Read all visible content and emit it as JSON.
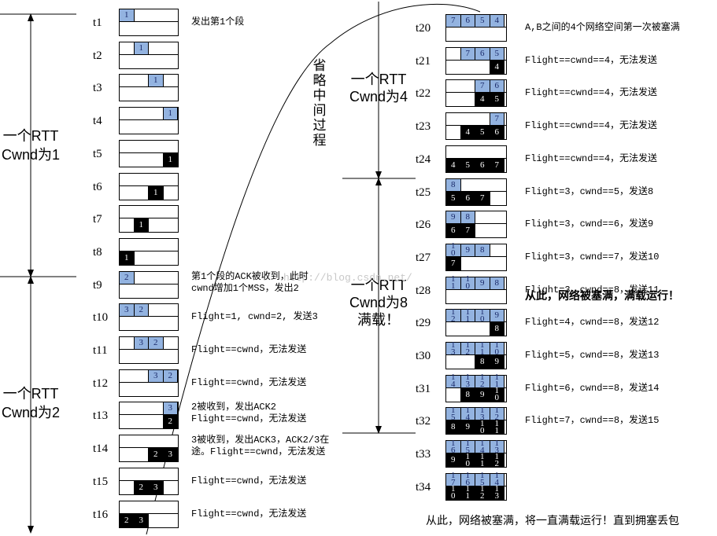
{
  "left_groups": [
    {
      "line1": "一个RTT",
      "line2": "Cwnd为1"
    },
    {
      "line1": "一个RTT",
      "line2": "Cwnd为2"
    }
  ],
  "mid_labels": {
    "omitted": "省\n略\n中\n间\n过\n程",
    "group1": "一个RTT\nCwnd为4",
    "group2": "一个RTT\nCwnd为8\n满载！",
    "watermark": "http://blog.csdn.net/"
  },
  "left_rows": [
    {
      "t": "t1",
      "data": [
        {
          "v": "1",
          "k": "d",
          "s": 0
        }
      ],
      "acks": [],
      "note": "发出第1个段"
    },
    {
      "t": "t2",
      "data": [
        {
          "v": "1",
          "k": "d",
          "s": 1
        }
      ],
      "acks": [],
      "note": ""
    },
    {
      "t": "t3",
      "data": [
        {
          "v": "1",
          "k": "d",
          "s": 2
        }
      ],
      "acks": [],
      "note": ""
    },
    {
      "t": "t4",
      "data": [
        {
          "v": "1",
          "k": "d",
          "s": 3
        }
      ],
      "acks": [],
      "note": ""
    },
    {
      "t": "t5",
      "data": [],
      "acks": [
        {
          "v": "1",
          "k": "a",
          "s": 3
        }
      ],
      "note": ""
    },
    {
      "t": "t6",
      "data": [],
      "acks": [
        {
          "v": "1",
          "k": "a",
          "s": 2
        }
      ],
      "note": ""
    },
    {
      "t": "t7",
      "data": [],
      "acks": [
        {
          "v": "1",
          "k": "a",
          "s": 1
        }
      ],
      "note": ""
    },
    {
      "t": "t8",
      "data": [],
      "acks": [
        {
          "v": "1",
          "k": "a",
          "s": 0
        }
      ],
      "note": ""
    },
    {
      "t": "t9",
      "data": [
        {
          "v": "2",
          "k": "d",
          "s": 0
        }
      ],
      "acks": [],
      "note": "第1个段的ACK被收到，此时\ncwnd增加1个MSS，发出2"
    },
    {
      "t": "t10",
      "data": [
        {
          "v": "3",
          "k": "d",
          "s": 0
        },
        {
          "v": "2",
          "k": "d",
          "s": 1
        }
      ],
      "acks": [],
      "note": "Flight=1, cwnd=2, 发送3"
    },
    {
      "t": "t11",
      "data": [
        {
          "v": "3",
          "k": "d",
          "s": 1
        },
        {
          "v": "2",
          "k": "d",
          "s": 2
        }
      ],
      "acks": [],
      "note": "Flight==cwnd，无法发送"
    },
    {
      "t": "t12",
      "data": [
        {
          "v": "3",
          "k": "d",
          "s": 2
        },
        {
          "v": "2",
          "k": "d",
          "s": 3
        }
      ],
      "acks": [],
      "note": "Flight==cwnd，无法发送"
    },
    {
      "t": "t13",
      "data": [
        {
          "v": "3",
          "k": "d",
          "s": 3
        }
      ],
      "acks": [
        {
          "v": "2",
          "k": "a",
          "s": 3
        }
      ],
      "note": "2被收到，发出ACK2\nFlight==cwnd，无法发送"
    },
    {
      "t": "t14",
      "data": [],
      "acks": [
        {
          "v": "2",
          "k": "a",
          "s": 2
        },
        {
          "v": "3",
          "k": "a",
          "s": 3
        }
      ],
      "note": "3被收到，发出ACK3，ACK2/3在\n途。Flight==cwnd，无法发送"
    },
    {
      "t": "t15",
      "data": [],
      "acks": [
        {
          "v": "2",
          "k": "a",
          "s": 1
        },
        {
          "v": "3",
          "k": "a",
          "s": 2
        }
      ],
      "note": "Flight==cwnd，无法发送"
    },
    {
      "t": "t16",
      "data": [],
      "acks": [
        {
          "v": "2",
          "k": "a",
          "s": 0
        },
        {
          "v": "3",
          "k": "a",
          "s": 1
        }
      ],
      "note": "Flight==cwnd，无法发送"
    }
  ],
  "right_rows": [
    {
      "t": "t20",
      "data": [
        {
          "v": "7",
          "k": "d",
          "s": 0
        },
        {
          "v": "6",
          "k": "d",
          "s": 1
        },
        {
          "v": "5",
          "k": "d",
          "s": 2
        },
        {
          "v": "4",
          "k": "d",
          "s": 3
        }
      ],
      "acks": [],
      "note": "A,B之间的4个网络空间第一次被塞满"
    },
    {
      "t": "t21",
      "data": [
        {
          "v": "7",
          "k": "d",
          "s": 1
        },
        {
          "v": "6",
          "k": "d",
          "s": 2
        },
        {
          "v": "5",
          "k": "d",
          "s": 3
        }
      ],
      "acks": [
        {
          "v": "4",
          "k": "a",
          "s": 3
        }
      ],
      "note": "Flight==cwnd==4，无法发送"
    },
    {
      "t": "t22",
      "data": [
        {
          "v": "7",
          "k": "d",
          "s": 2
        },
        {
          "v": "6",
          "k": "d",
          "s": 3
        }
      ],
      "acks": [
        {
          "v": "4",
          "k": "a",
          "s": 2
        },
        {
          "v": "5",
          "k": "a",
          "s": 3
        }
      ],
      "note": "Flight==cwnd==4，无法发送"
    },
    {
      "t": "t23",
      "data": [
        {
          "v": "7",
          "k": "d",
          "s": 3
        }
      ],
      "acks": [
        {
          "v": "4",
          "k": "a",
          "s": 1
        },
        {
          "v": "5",
          "k": "a",
          "s": 2
        },
        {
          "v": "6",
          "k": "a",
          "s": 3
        }
      ],
      "note": "Flight==cwnd==4，无法发送"
    },
    {
      "t": "t24",
      "data": [],
      "acks": [
        {
          "v": "4",
          "k": "a",
          "s": 0
        },
        {
          "v": "5",
          "k": "a",
          "s": 1
        },
        {
          "v": "6",
          "k": "a",
          "s": 2
        },
        {
          "v": "7",
          "k": "a",
          "s": 3
        }
      ],
      "note": "Flight==cwnd==4，无法发送"
    },
    {
      "t": "t25",
      "data": [
        {
          "v": "8",
          "k": "d",
          "s": 0
        }
      ],
      "acks": [
        {
          "v": "5",
          "k": "a",
          "s": 0
        },
        {
          "v": "6",
          "k": "a",
          "s": 1
        },
        {
          "v": "7",
          "k": "a",
          "s": 2
        }
      ],
      "note": "Flight=3，cwnd==5，发送8"
    },
    {
      "t": "t26",
      "data": [
        {
          "v": "9",
          "k": "d",
          "s": 0
        },
        {
          "v": "8",
          "k": "d",
          "s": 1
        }
      ],
      "acks": [
        {
          "v": "6",
          "k": "a",
          "s": 0
        },
        {
          "v": "7",
          "k": "a",
          "s": 1
        }
      ],
      "note": "Flight=3，cwnd==6，发送9"
    },
    {
      "t": "t27",
      "data": [
        {
          "v": "1\n0",
          "k": "d",
          "s": 0
        },
        {
          "v": "9",
          "k": "d",
          "s": 1
        },
        {
          "v": "8",
          "k": "d",
          "s": 2
        }
      ],
      "acks": [
        {
          "v": "7",
          "k": "a",
          "s": 0
        }
      ],
      "note": "Flight=3，cwnd==7，发送10"
    },
    {
      "t": "t28",
      "data": [
        {
          "v": "1\n1",
          "k": "d",
          "s": 0
        },
        {
          "v": "1\n0",
          "k": "d",
          "s": 1
        },
        {
          "v": "9",
          "k": "d",
          "s": 2
        },
        {
          "v": "8",
          "k": "d",
          "s": 3
        }
      ],
      "acks": [],
      "note": "Flight=3，cwnd==8，发送11"
    },
    {
      "t": "t29",
      "data": [
        {
          "v": "1\n2",
          "k": "d",
          "s": 0
        },
        {
          "v": "1\n1",
          "k": "d",
          "s": 1
        },
        {
          "v": "1\n0",
          "k": "d",
          "s": 2
        },
        {
          "v": "9",
          "k": "d",
          "s": 3
        }
      ],
      "acks": [
        {
          "v": "8",
          "k": "a",
          "s": 3
        }
      ],
      "note": "Flight=4，cwnd==8，发送12"
    },
    {
      "t": "t30",
      "data": [
        {
          "v": "1\n3",
          "k": "d",
          "s": 0
        },
        {
          "v": "1\n2",
          "k": "d",
          "s": 1
        },
        {
          "v": "1\n1",
          "k": "d",
          "s": 2
        },
        {
          "v": "1\n0",
          "k": "d",
          "s": 3
        }
      ],
      "acks": [
        {
          "v": "8",
          "k": "a",
          "s": 2
        },
        {
          "v": "9",
          "k": "a",
          "s": 3
        }
      ],
      "note": "Flight=5，cwnd==8，发送13"
    },
    {
      "t": "t31",
      "data": [
        {
          "v": "1\n4",
          "k": "d",
          "s": 0
        },
        {
          "v": "1\n3",
          "k": "d",
          "s": 1
        },
        {
          "v": "1\n2",
          "k": "d",
          "s": 2
        },
        {
          "v": "1\n1",
          "k": "d",
          "s": 3
        }
      ],
      "acks": [
        {
          "v": "8",
          "k": "a",
          "s": 1
        },
        {
          "v": "9",
          "k": "a",
          "s": 2
        },
        {
          "v": "1\n0",
          "k": "a",
          "s": 3
        }
      ],
      "note": "Flight=6，cwnd==8，发送14"
    },
    {
      "t": "t32",
      "data": [
        {
          "v": "1\n5",
          "k": "d",
          "s": 0
        },
        {
          "v": "1\n4",
          "k": "d",
          "s": 1
        },
        {
          "v": "1\n3",
          "k": "d",
          "s": 2
        },
        {
          "v": "1\n2",
          "k": "d",
          "s": 3
        }
      ],
      "acks": [
        {
          "v": "8",
          "k": "a",
          "s": 0
        },
        {
          "v": "9",
          "k": "a",
          "s": 1
        },
        {
          "v": "1\n0",
          "k": "a",
          "s": 2
        },
        {
          "v": "1\n1",
          "k": "a",
          "s": 3
        }
      ],
      "note": "Flight=7，cwnd==8，发送15"
    },
    {
      "t": "t33",
      "data": [
        {
          "v": "1\n6",
          "k": "d",
          "s": 0
        },
        {
          "v": "1\n5",
          "k": "d",
          "s": 1
        },
        {
          "v": "1\n4",
          "k": "d",
          "s": 2
        },
        {
          "v": "1\n3",
          "k": "d",
          "s": 3
        }
      ],
      "acks": [
        {
          "v": "9",
          "k": "a",
          "s": 0
        },
        {
          "v": "1\n0",
          "k": "a",
          "s": 1
        },
        {
          "v": "1\n1",
          "k": "a",
          "s": 2
        },
        {
          "v": "1\n2",
          "k": "a",
          "s": 3
        }
      ],
      "note": ""
    },
    {
      "t": "t34",
      "data": [
        {
          "v": "1\n7",
          "k": "d",
          "s": 0
        },
        {
          "v": "1\n6",
          "k": "d",
          "s": 1
        },
        {
          "v": "1\n5",
          "k": "d",
          "s": 2
        },
        {
          "v": "1\n4",
          "k": "d",
          "s": 3
        }
      ],
      "acks": [
        {
          "v": "1\n0",
          "k": "a",
          "s": 0
        },
        {
          "v": "1\n1",
          "k": "a",
          "s": 1
        },
        {
          "v": "1\n2",
          "k": "a",
          "s": 2
        },
        {
          "v": "1\n3",
          "k": "a",
          "s": 3
        }
      ],
      "note": ""
    }
  ],
  "bold_notes": {
    "t28_extra": "从此，网络被塞满，满载运行！",
    "footer": "从此，网络被塞满，将一直满载运行！直到拥塞丢包"
  },
  "colors": {
    "data_segment": "#93b3e0",
    "ack_segment": "#000000"
  }
}
